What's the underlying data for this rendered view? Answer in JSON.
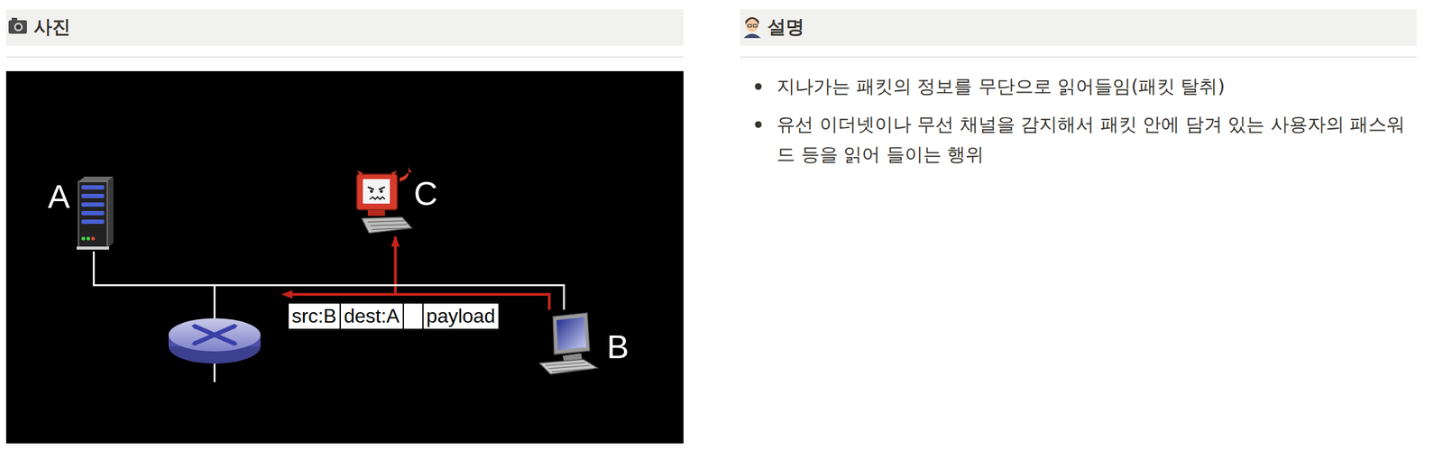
{
  "diagram": {
    "nodes": [
      {
        "text": [
          "A"
        ]
      },
      {
        "text": [
          "C"
        ]
      },
      {
        "text": [
          "B"
        ]
      },
      {
        "text": [
          "src:B",
          "dest:A",
          "payload"
        ]
      }
    ],
    "edges": [
      {
        "from": 2,
        "to": 1,
        "arrow": "to"
      },
      {
        "from": 0,
        "to": 2,
        "arrow": "none"
      }
    ],
    "labels": [
      "사진",
      "설명",
      "지나가는 패킷의 정보를 무단으로 읽어들임(패킷 탈취)",
      "유선 이더넷이나 무선 채널을 감지해서 패킷 안에 담겨 있는 사용자의 패스워드 등을 읽어 들이는 행위"
    ]
  }
}
